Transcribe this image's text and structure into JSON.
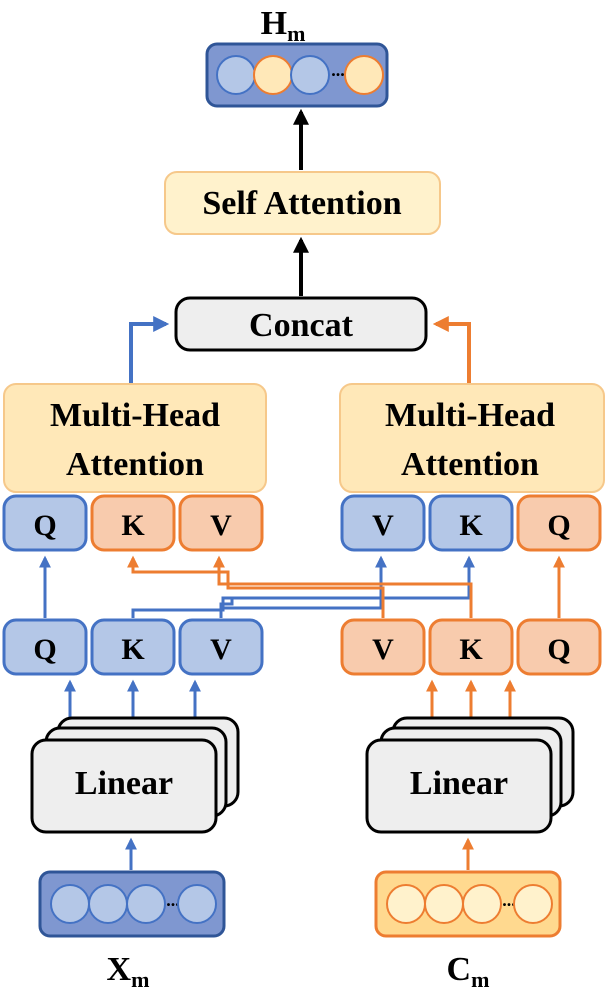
{
  "title": {
    "main": "H",
    "sub": "m"
  },
  "self_attention": "Self Attention",
  "concat": "Concat",
  "mha_left": {
    "line1": "Multi-Head",
    "line2": "Attention"
  },
  "mha_right": {
    "line1": "Multi-Head",
    "line2": "Attention"
  },
  "left_upper": [
    "Q",
    "K",
    "V"
  ],
  "right_upper": [
    "V",
    "K",
    "Q"
  ],
  "left_lower": [
    "Q",
    "K",
    "V"
  ],
  "right_lower": [
    "V",
    "K",
    "Q"
  ],
  "linear_left": "Linear",
  "linear_right": "Linear",
  "ellipsis": "...",
  "input_left": {
    "main": "X",
    "sub": "m"
  },
  "input_right": {
    "main": "C",
    "sub": "m"
  },
  "colors": {
    "blue_fill": "#b4c7e7",
    "blue_stroke": "#4472c4",
    "blue_dark": "#7f97d0",
    "orange_fill": "#f8cbad",
    "orange_stroke": "#ed7d31",
    "orange_arrow": "#ed7d31",
    "yellow_fill": "#ffe8b8",
    "yellow_light": "#fff2cc",
    "yellow_stroke": "#f6c88a",
    "gray_fill": "#eeeeee"
  }
}
